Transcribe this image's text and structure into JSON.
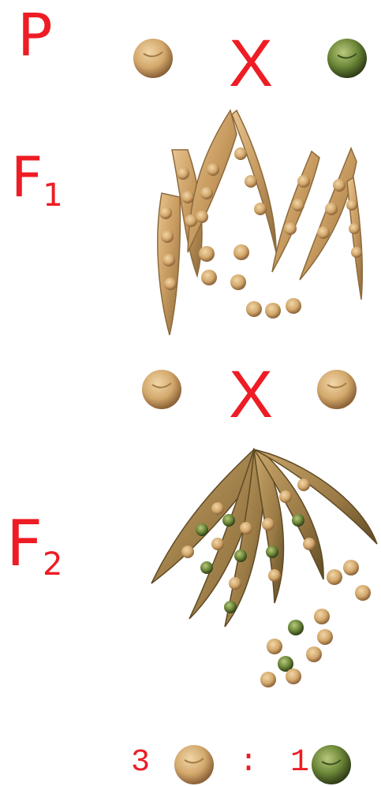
{
  "generations": {
    "p": "P",
    "f1_main": "F",
    "f1_sub": "1",
    "f2_main": "F",
    "f2_sub": "2"
  },
  "cross_symbol": "X",
  "ratio": {
    "left": "3",
    "sep": ":",
    "right": "1"
  },
  "colors": {
    "label": "#ee1c24",
    "yellow_pea": "#d7b07a",
    "green_pea": "#6f8a3a",
    "pod": "#c9a06a"
  },
  "icons": [
    "yellow-pea-icon",
    "green-pea-icon",
    "pea-pod-icon"
  ]
}
